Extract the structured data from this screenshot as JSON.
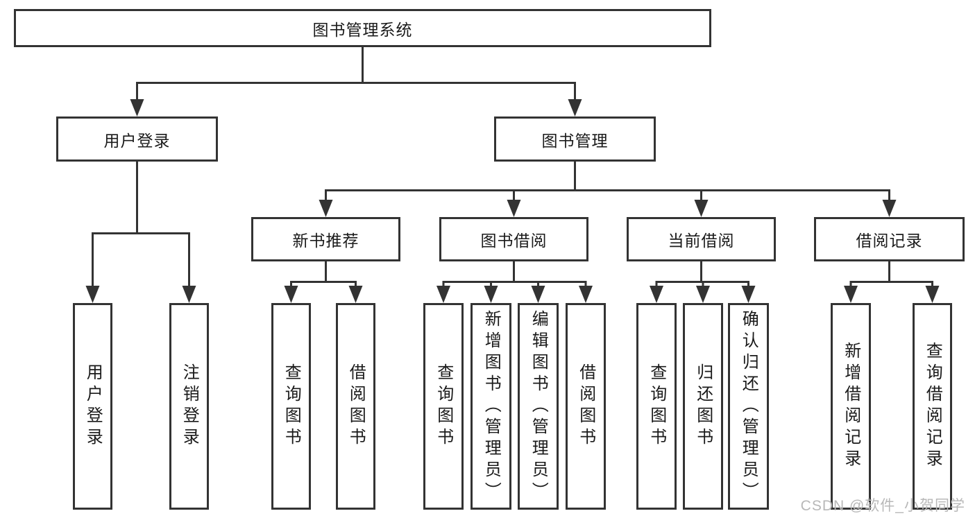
{
  "diagram": {
    "root": {
      "label": "图书管理系统"
    },
    "level2": [
      {
        "label": "用户登录"
      },
      {
        "label": "图书管理"
      }
    ],
    "level3": [
      {
        "label": "新书推荐"
      },
      {
        "label": "图书借阅"
      },
      {
        "label": "当前借阅"
      },
      {
        "label": "借阅记录"
      }
    ],
    "leaves": [
      {
        "label": "用户登录",
        "parent": "用户登录"
      },
      {
        "label": "注销登录",
        "parent": "用户登录"
      },
      {
        "label": "查询图书",
        "parent": "新书推荐"
      },
      {
        "label": "借阅图书",
        "parent": "新书推荐"
      },
      {
        "label": "查询图书",
        "parent": "图书借阅"
      },
      {
        "label": "新增图书（管理员）",
        "parent": "图书借阅"
      },
      {
        "label": "编辑图书（管理员）",
        "parent": "图书借阅"
      },
      {
        "label": "借阅图书",
        "parent": "图书借阅"
      },
      {
        "label": "查询图书",
        "parent": "当前借阅"
      },
      {
        "label": "归还图书",
        "parent": "当前借阅"
      },
      {
        "label": "确认归还（管理员）",
        "parent": "当前借阅"
      },
      {
        "label": "新增借阅记录",
        "parent": "借阅记录"
      },
      {
        "label": "查询借阅记录",
        "parent": "借阅记录"
      }
    ],
    "watermark": "CSDN @软件_小贺同学",
    "colors": {
      "line": "#333333",
      "text": "#1a1a1a",
      "watermark": "#b8b8b8",
      "background": "#ffffff"
    }
  }
}
